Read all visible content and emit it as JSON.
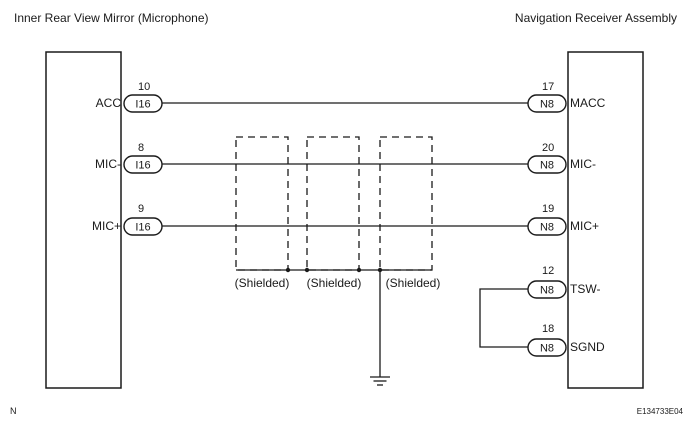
{
  "left_component": {
    "title": "Inner Rear View Mirror (Microphone)",
    "connector": "I16",
    "pins": [
      {
        "number": "10",
        "label": "ACC"
      },
      {
        "number": "8",
        "label": "MIC-"
      },
      {
        "number": "9",
        "label": "MIC+"
      }
    ]
  },
  "right_component": {
    "title": "Navigation Receiver Assembly",
    "connector": "N8",
    "pins": [
      {
        "number": "17",
        "label": "MACC"
      },
      {
        "number": "20",
        "label": "MIC-"
      },
      {
        "number": "19",
        "label": "MIC+"
      },
      {
        "number": "12",
        "label": "TSW-"
      },
      {
        "number": "18",
        "label": "SGND"
      }
    ]
  },
  "shields": [
    "(Shielded)",
    "(Shielded)",
    "(Shielded)"
  ],
  "corner_left": "N",
  "figure_code": "E134733E04",
  "colors": {
    "line": "#1a1a1a",
    "background": "#ffffff"
  },
  "icons": [
    "ground-icon"
  ]
}
